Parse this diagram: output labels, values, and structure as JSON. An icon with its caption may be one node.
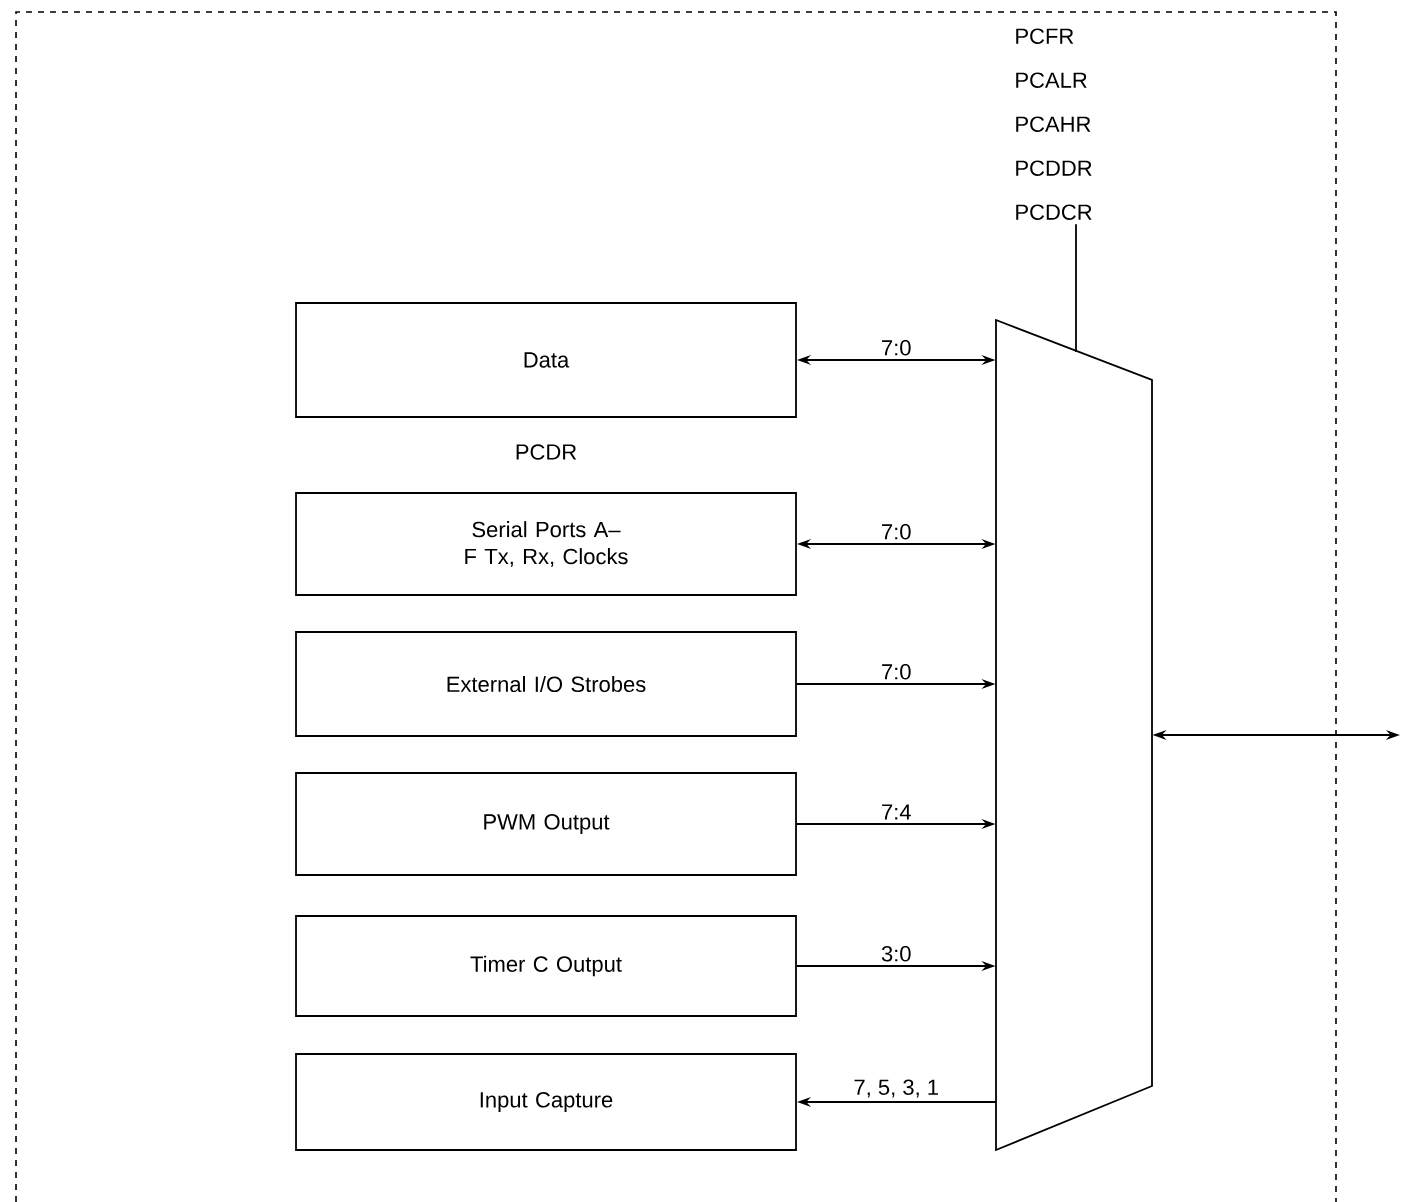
{
  "diagram": {
    "nodes": [
      {
        "text": [
          "Data"
        ]
      },
      {
        "text": [
          "Serial Ports A–F Tx, Rx, Clocks"
        ]
      },
      {
        "text": [
          "External I/O Strobes"
        ]
      },
      {
        "text": [
          "PWM Output"
        ]
      },
      {
        "text": [
          "Timer C Output"
        ]
      },
      {
        "text": [
          "Input Capture"
        ]
      },
      {
        "text": [],
        "shape": "trapezoid"
      },
      {
        "text": [
          "PCFR PCALR PCAHR PCDDR PCDCR"
        ]
      }
    ],
    "edges": [
      {
        "from": 0,
        "to": 6,
        "arrow": "both",
        "label": "7:0"
      },
      {
        "from": 1,
        "to": 6,
        "arrow": "both",
        "label": "7:0"
      },
      {
        "from": 2,
        "to": 6,
        "arrow": "to",
        "label": "7:0"
      },
      {
        "from": 3,
        "to": 6,
        "arrow": "to",
        "label": "7:4"
      },
      {
        "from": 4,
        "to": 6,
        "arrow": "to",
        "label": "3:0"
      },
      {
        "from": 6,
        "to": 5,
        "arrow": "to",
        "label": "7, 5, 3, 1"
      },
      {
        "from": 7,
        "to": 6,
        "arrow": "none"
      },
      {
        "from": 6,
        "to": null,
        "arrow": "both"
      }
    ],
    "labels": [
      "PCDR"
    ]
  }
}
